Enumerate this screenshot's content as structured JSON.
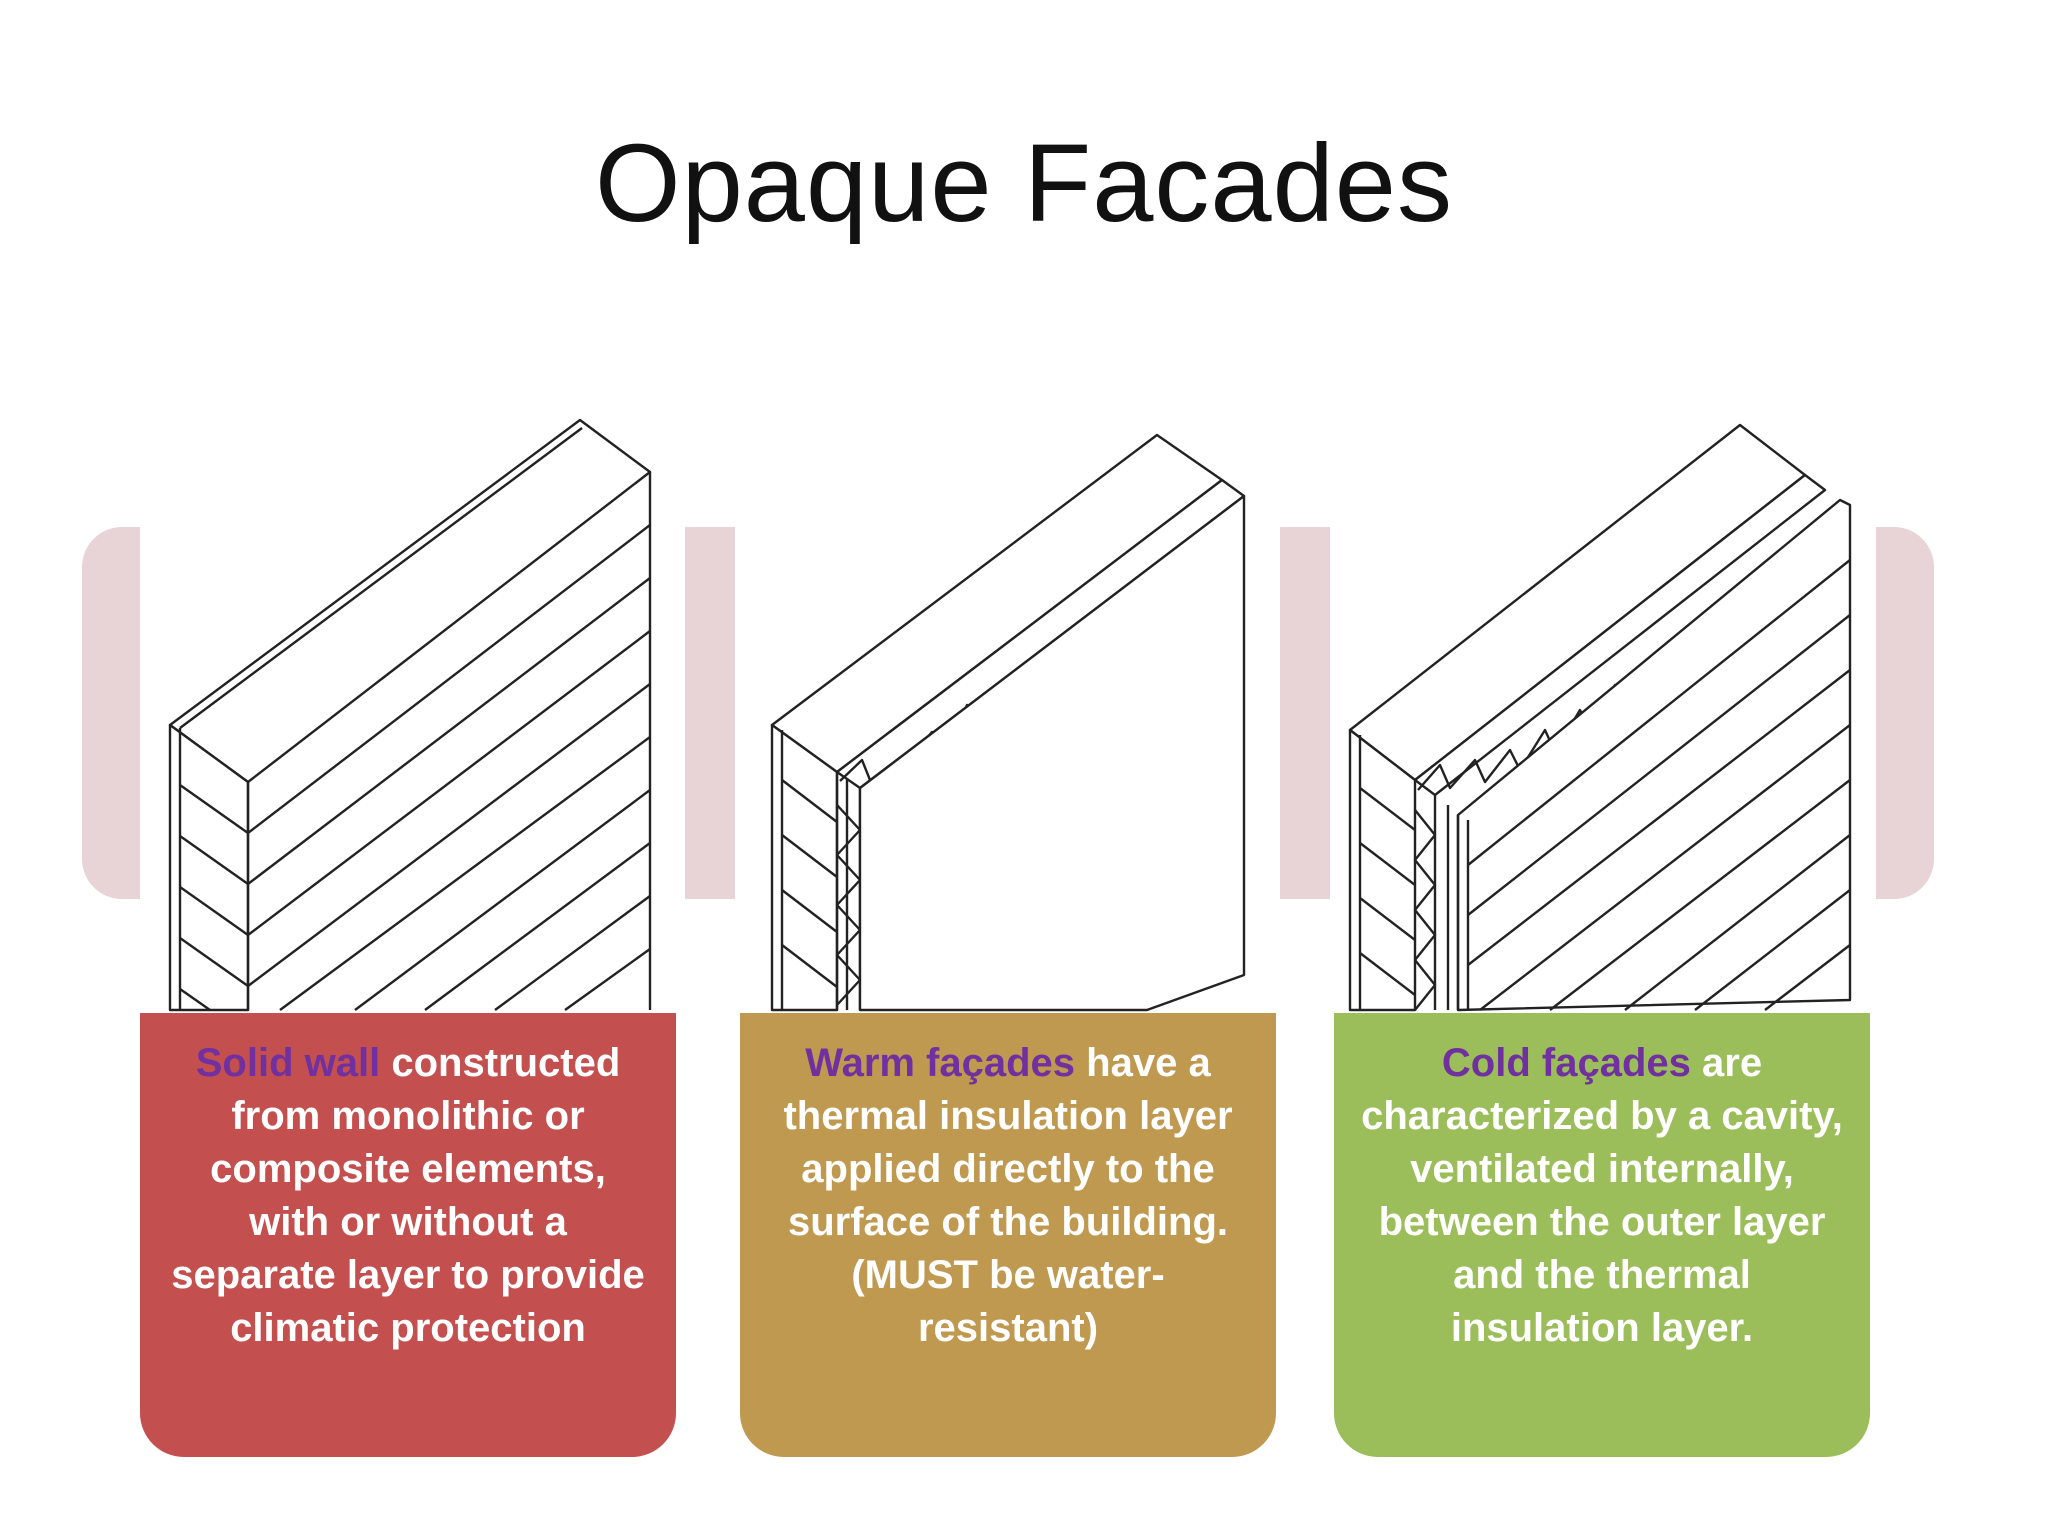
{
  "slide": {
    "title": "Opaque Facades"
  },
  "cards": [
    {
      "highlight": "Solid wall",
      "text": " constructed from monolithic or composite elements, with or without a separate layer to provide climatic protection",
      "background": "#c34f4f"
    },
    {
      "highlight": "Warm façades",
      "text": " have a thermal insulation layer applied directly to the surface of the building. (MUST be water-resistant)",
      "background": "#bf9950"
    },
    {
      "highlight": "Cold façades",
      "text": " are characterized by a cavity, ventilated internally, between the outer layer and the thermal insulation layer.",
      "background": "#9bbd5a"
    }
  ],
  "colors": {
    "highlight": "#7030a0",
    "band": "#e8d3d6",
    "line_art": "#222222"
  },
  "icons": [
    "solid-wall-diagram",
    "warm-facade-diagram",
    "cold-facade-diagram"
  ]
}
